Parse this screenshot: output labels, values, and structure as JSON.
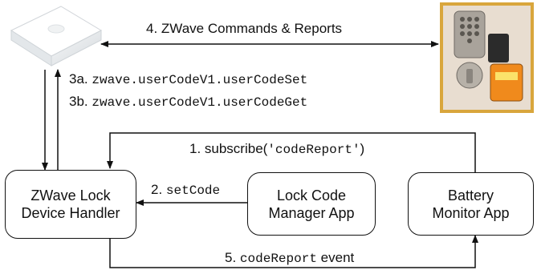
{
  "hub_device": {
    "icon": "zwave-hub-icon",
    "colors": {
      "body": "#f3f5f6",
      "top": "#ffffff",
      "edge": "#c9ced3"
    }
  },
  "lock_device": {
    "icon": "keypad-door-lock-photo",
    "colors": {
      "frame": "#d9a63c",
      "background": "#e8ddd0",
      "lock_body": "#a9a39b",
      "tag": "#f08a1c"
    }
  },
  "boxes": {
    "zwave_handler": {
      "line1": "ZWave Lock",
      "line2": "Device Handler"
    },
    "lock_code_app": {
      "line1": "Lock Code",
      "line2": "Manager App"
    },
    "battery_app": {
      "line1": "Battery",
      "line2": "Monitor App"
    }
  },
  "edges": {
    "commands_reports": {
      "text": "4. ZWave Commands & Reports"
    },
    "code_set": {
      "number": "3a.",
      "code": "zwave.userCodeV1.userCodeSet"
    },
    "code_get": {
      "number": "3b.",
      "code": "zwave.userCodeV1.userCodeGet"
    },
    "subscribe": {
      "prefix": "1. subscribe(",
      "code": "'codeReport'",
      "suffix": ")"
    },
    "set_code": {
      "number": "2.",
      "code": "setCode"
    },
    "code_report_event": {
      "number": "5.",
      "code": "codeReport",
      "suffix": "event"
    }
  }
}
